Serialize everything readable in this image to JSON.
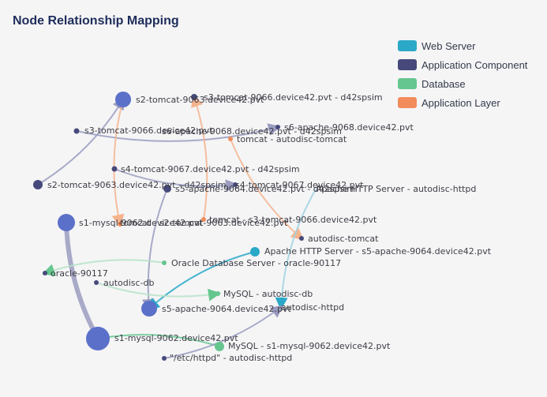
{
  "title": "Node Relationship Mapping",
  "legend": [
    {
      "label": "Web Server",
      "color": "#2aa8c8"
    },
    {
      "label": "Application Component",
      "color": "#46497a"
    },
    {
      "label": "Database",
      "color": "#66c68f"
    },
    {
      "label": "Application Layer",
      "color": "#f28c5a"
    }
  ],
  "nodes": [
    {
      "id": "n1",
      "label": "s2-tomcat-9063.device42.pvt",
      "category": "Application Component"
    },
    {
      "id": "n2",
      "label": "s3-tomcat-9066.device42.pvt",
      "category": "Application Component"
    },
    {
      "id": "n3",
      "label": "s3-tomcat-9066.device42.pvt - d42spsim",
      "category": "Application Component"
    },
    {
      "id": "n4",
      "label": "s6-apache-9068.device42.pvt",
      "category": "Application Component"
    },
    {
      "id": "n5",
      "label": "s6-apache-9068.device42.pvt - d42spsim",
      "category": "Application Component"
    },
    {
      "id": "n6",
      "label": "tomcat - autodisc-tomcat",
      "category": "Application Layer"
    },
    {
      "id": "n7",
      "label": "s4-tomcat-9067.device42.pvt - d42spsim",
      "category": "Application Component"
    },
    {
      "id": "n8",
      "label": "s2-tomcat-9063.device42.pvt - d42spsim",
      "category": "Application Component"
    },
    {
      "id": "n9",
      "label": "s5-apache-9064.device42.pvt - d42spsim",
      "category": "Application Component"
    },
    {
      "id": "n10",
      "label": "s4-tomcat-9067.device42.pvt",
      "category": "Application Component"
    },
    {
      "id": "n11",
      "label": "Apache HTTP Server - autodisc-httpd",
      "category": "Application Component"
    },
    {
      "id": "n12",
      "label": "s1-mysql-9062.device42.pvt",
      "category": "Application Component"
    },
    {
      "id": "n13",
      "label": "tomcat - s2-tomcat-9063.device42.pvt",
      "category": "Application Layer"
    },
    {
      "id": "n14",
      "label": "tomcat - s3-tomcat-9066.device42.pvt",
      "category": "Application Layer"
    },
    {
      "id": "n15",
      "label": "autodisc-tomcat",
      "category": "Application Component"
    },
    {
      "id": "n16",
      "label": "Apache HTTP Server - s5-apache-9064.device42.pvt",
      "category": "Web Server"
    },
    {
      "id": "n17",
      "label": "Oracle Database Server - oracle-90117",
      "category": "Database"
    },
    {
      "id": "n18",
      "label": "oracle-90117",
      "category": "Application Component"
    },
    {
      "id": "n19",
      "label": "autodisc-db",
      "category": "Application Component"
    },
    {
      "id": "n20",
      "label": "MySQL - autodisc-db",
      "category": "Database"
    },
    {
      "id": "n21",
      "label": "s5-apache-9064.device42.pvt",
      "category": "Application Component"
    },
    {
      "id": "n22",
      "label": "autodisc-httpd",
      "category": "Application Component"
    },
    {
      "id": "n23",
      "label": "s1-mysql-9062.device42.pvt",
      "category": "Application Component"
    },
    {
      "id": "n24",
      "label": "MySQL - s1-mysql-9062.device42.pvt",
      "category": "Database"
    },
    {
      "id": "n25",
      "label": "\"/etc/httpd\" - autodisc-httpd",
      "category": "Application Component"
    }
  ],
  "edges": [
    {
      "from": "n8",
      "to": "n1",
      "color": "#9a9cc0",
      "weight": 1
    },
    {
      "from": "n2",
      "to": "n4",
      "color": "#9a9cc0",
      "weight": 1
    },
    {
      "from": "n12",
      "to": "n23",
      "color": "#9a9cc0",
      "weight": 3
    },
    {
      "from": "n9",
      "to": "n21",
      "color": "#9a9cc0",
      "weight": 1
    },
    {
      "from": "n1",
      "to": "n13",
      "color": "#f5b48e",
      "weight": 1
    },
    {
      "from": "n14",
      "to": "n3",
      "color": "#f5b48e",
      "weight": 1
    },
    {
      "from": "n6",
      "to": "n15",
      "color": "#f5b48e",
      "weight": 1
    },
    {
      "from": "n16",
      "to": "n21",
      "color": "#2aa8c8",
      "weight": 1
    },
    {
      "from": "n11",
      "to": "n22",
      "color": "#9fd2e2",
      "weight": 1
    },
    {
      "from": "n17",
      "to": "n18",
      "color": "#b5e2c8",
      "weight": 1
    },
    {
      "from": "n19",
      "to": "n20",
      "color": "#b5e2c8",
      "weight": 1
    },
    {
      "from": "n24",
      "to": "n23",
      "color": "#66c68f",
      "weight": 1
    },
    {
      "from": "n25",
      "to": "n22",
      "color": "#9a9cc0",
      "weight": 1
    },
    {
      "from": "n7",
      "to": "n10",
      "color": "#9a9cc0",
      "weight": 1
    }
  ]
}
